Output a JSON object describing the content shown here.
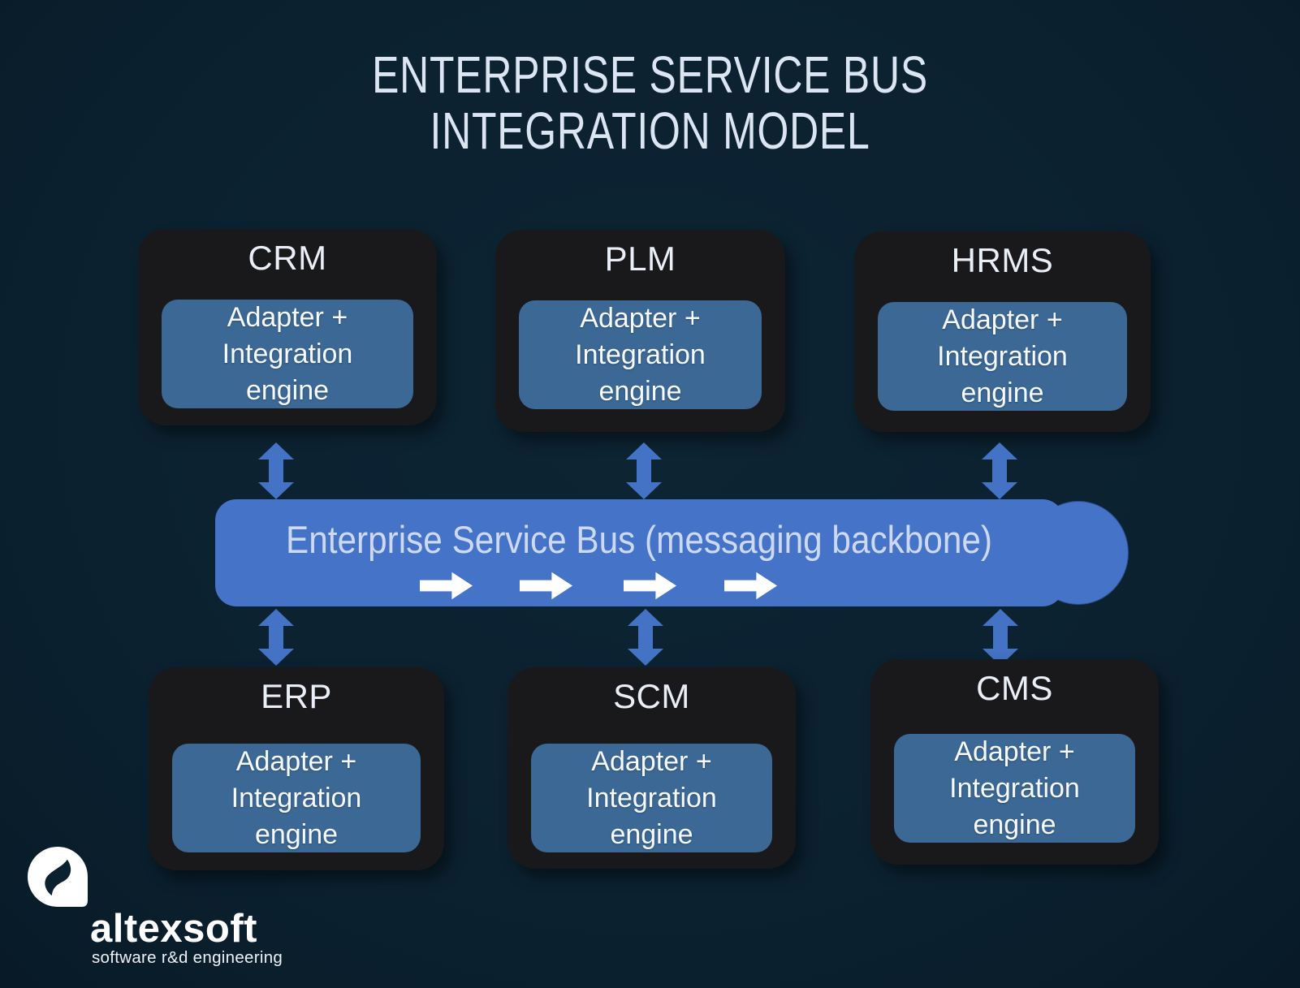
{
  "title": {
    "line1": "ENTERPRISE SERVICE BUS",
    "line2": "INTEGRATION MODEL"
  },
  "systems": [
    {
      "label": "CRM",
      "adapter": "Adapter +\nIntegration\nengine"
    },
    {
      "label": "PLM",
      "adapter": "Adapter +\nIntegration\nengine"
    },
    {
      "label": "HRMS",
      "adapter": "Adapter +\nIntegration\nengine"
    },
    {
      "label": "ERP",
      "adapter": "Adapter +\nIntegration\nengine"
    },
    {
      "label": "SCM",
      "adapter": "Adapter +\nIntegration\nengine"
    },
    {
      "label": "CMS",
      "adapter": "Adapter +\nIntegration\nengine"
    }
  ],
  "bus": {
    "label": "Enterprise Service Bus (messaging backbone)",
    "flow_arrow_count": 4
  },
  "logo": {
    "brand": "altexsoft",
    "tagline": "software r&d engineering"
  },
  "colors": {
    "bg": "#0b2130",
    "bg2": "#0d2433",
    "card": "#19191b",
    "adapter": "#3c6896",
    "bus": "#4573c8",
    "connector": "#4472c4",
    "title_text": "#dce5f2",
    "label_text": "#e9eef7",
    "bus_text": "#cdd9f0"
  }
}
